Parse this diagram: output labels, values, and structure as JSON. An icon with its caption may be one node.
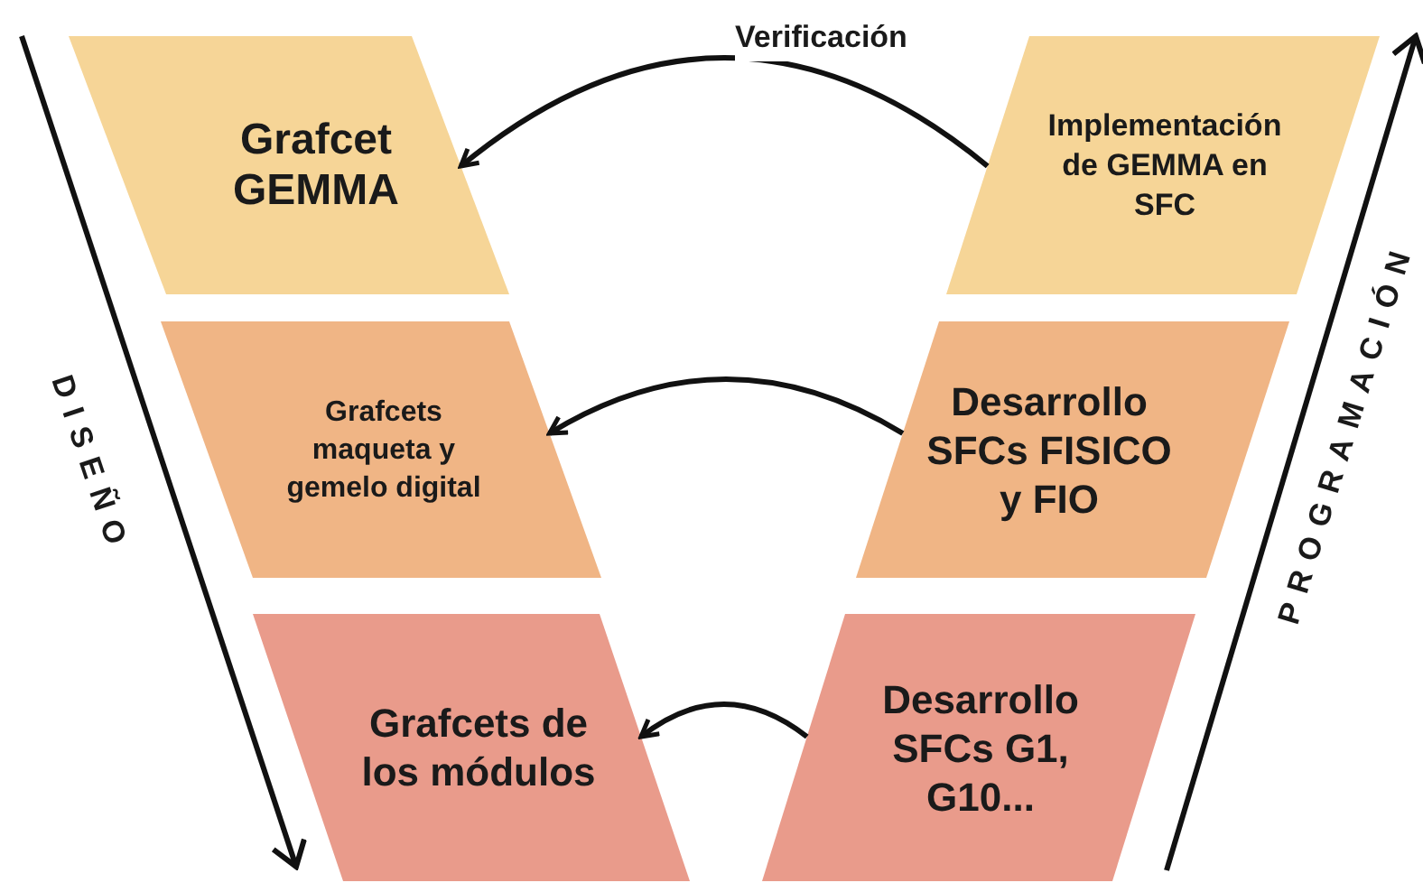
{
  "diagram": {
    "nodes": [
      {
        "text": [
          "Grafcet GEMMA"
        ]
      },
      {
        "text": [
          "Implementación de GEMMA en SFC"
        ]
      },
      {
        "text": [
          "Grafcets maqueta y gemelo digital"
        ]
      },
      {
        "text": [
          "Desarrollo SFCs FISICO y FIO"
        ]
      },
      {
        "text": [
          "Grafcets de los módulos"
        ]
      },
      {
        "text": [
          "Desarrollo SFCs G1, G10..."
        ]
      }
    ],
    "edges": [
      {
        "from": 1,
        "to": 0,
        "arrow": "to",
        "label": "Verificación"
      },
      {
        "from": 3,
        "to": 2,
        "arrow": "to"
      },
      {
        "from": 5,
        "to": 4,
        "arrow": "to"
      }
    ],
    "labels": [
      "DISEÑO",
      "PROGRAMACIÓN"
    ]
  }
}
